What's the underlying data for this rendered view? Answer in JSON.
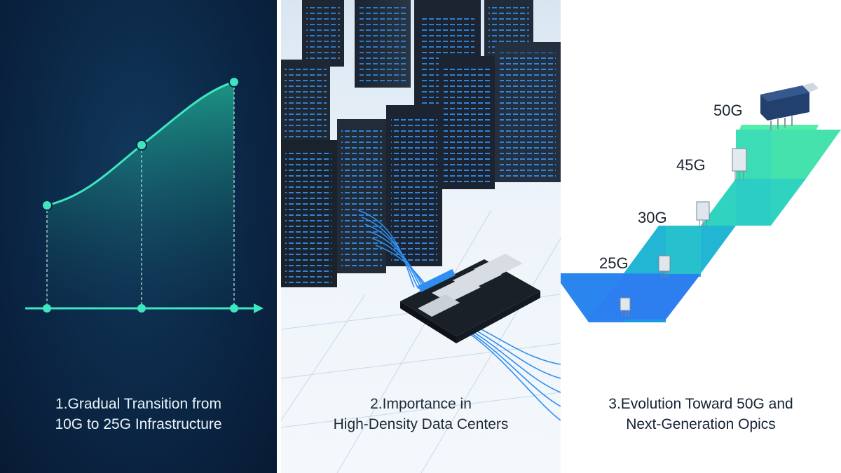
{
  "panels": [
    {
      "caption_line1": "1.Gradual Transition from",
      "caption_line2": "10G to 25G Infrastructure",
      "accent_color": "#3ee6c0",
      "background_color": "#0b2746"
    },
    {
      "caption_line1": "2.Importance in",
      "caption_line2": "High-Density Data Centers",
      "accent_color": "#2f8ef0"
    },
    {
      "caption_line1": "3.Evolution Toward 50G and",
      "caption_line2": "Next-Generation Opics",
      "step_labels": [
        "25G",
        "30G",
        "45G",
        "50G"
      ],
      "accent_color": "#34e0c0"
    }
  ]
}
